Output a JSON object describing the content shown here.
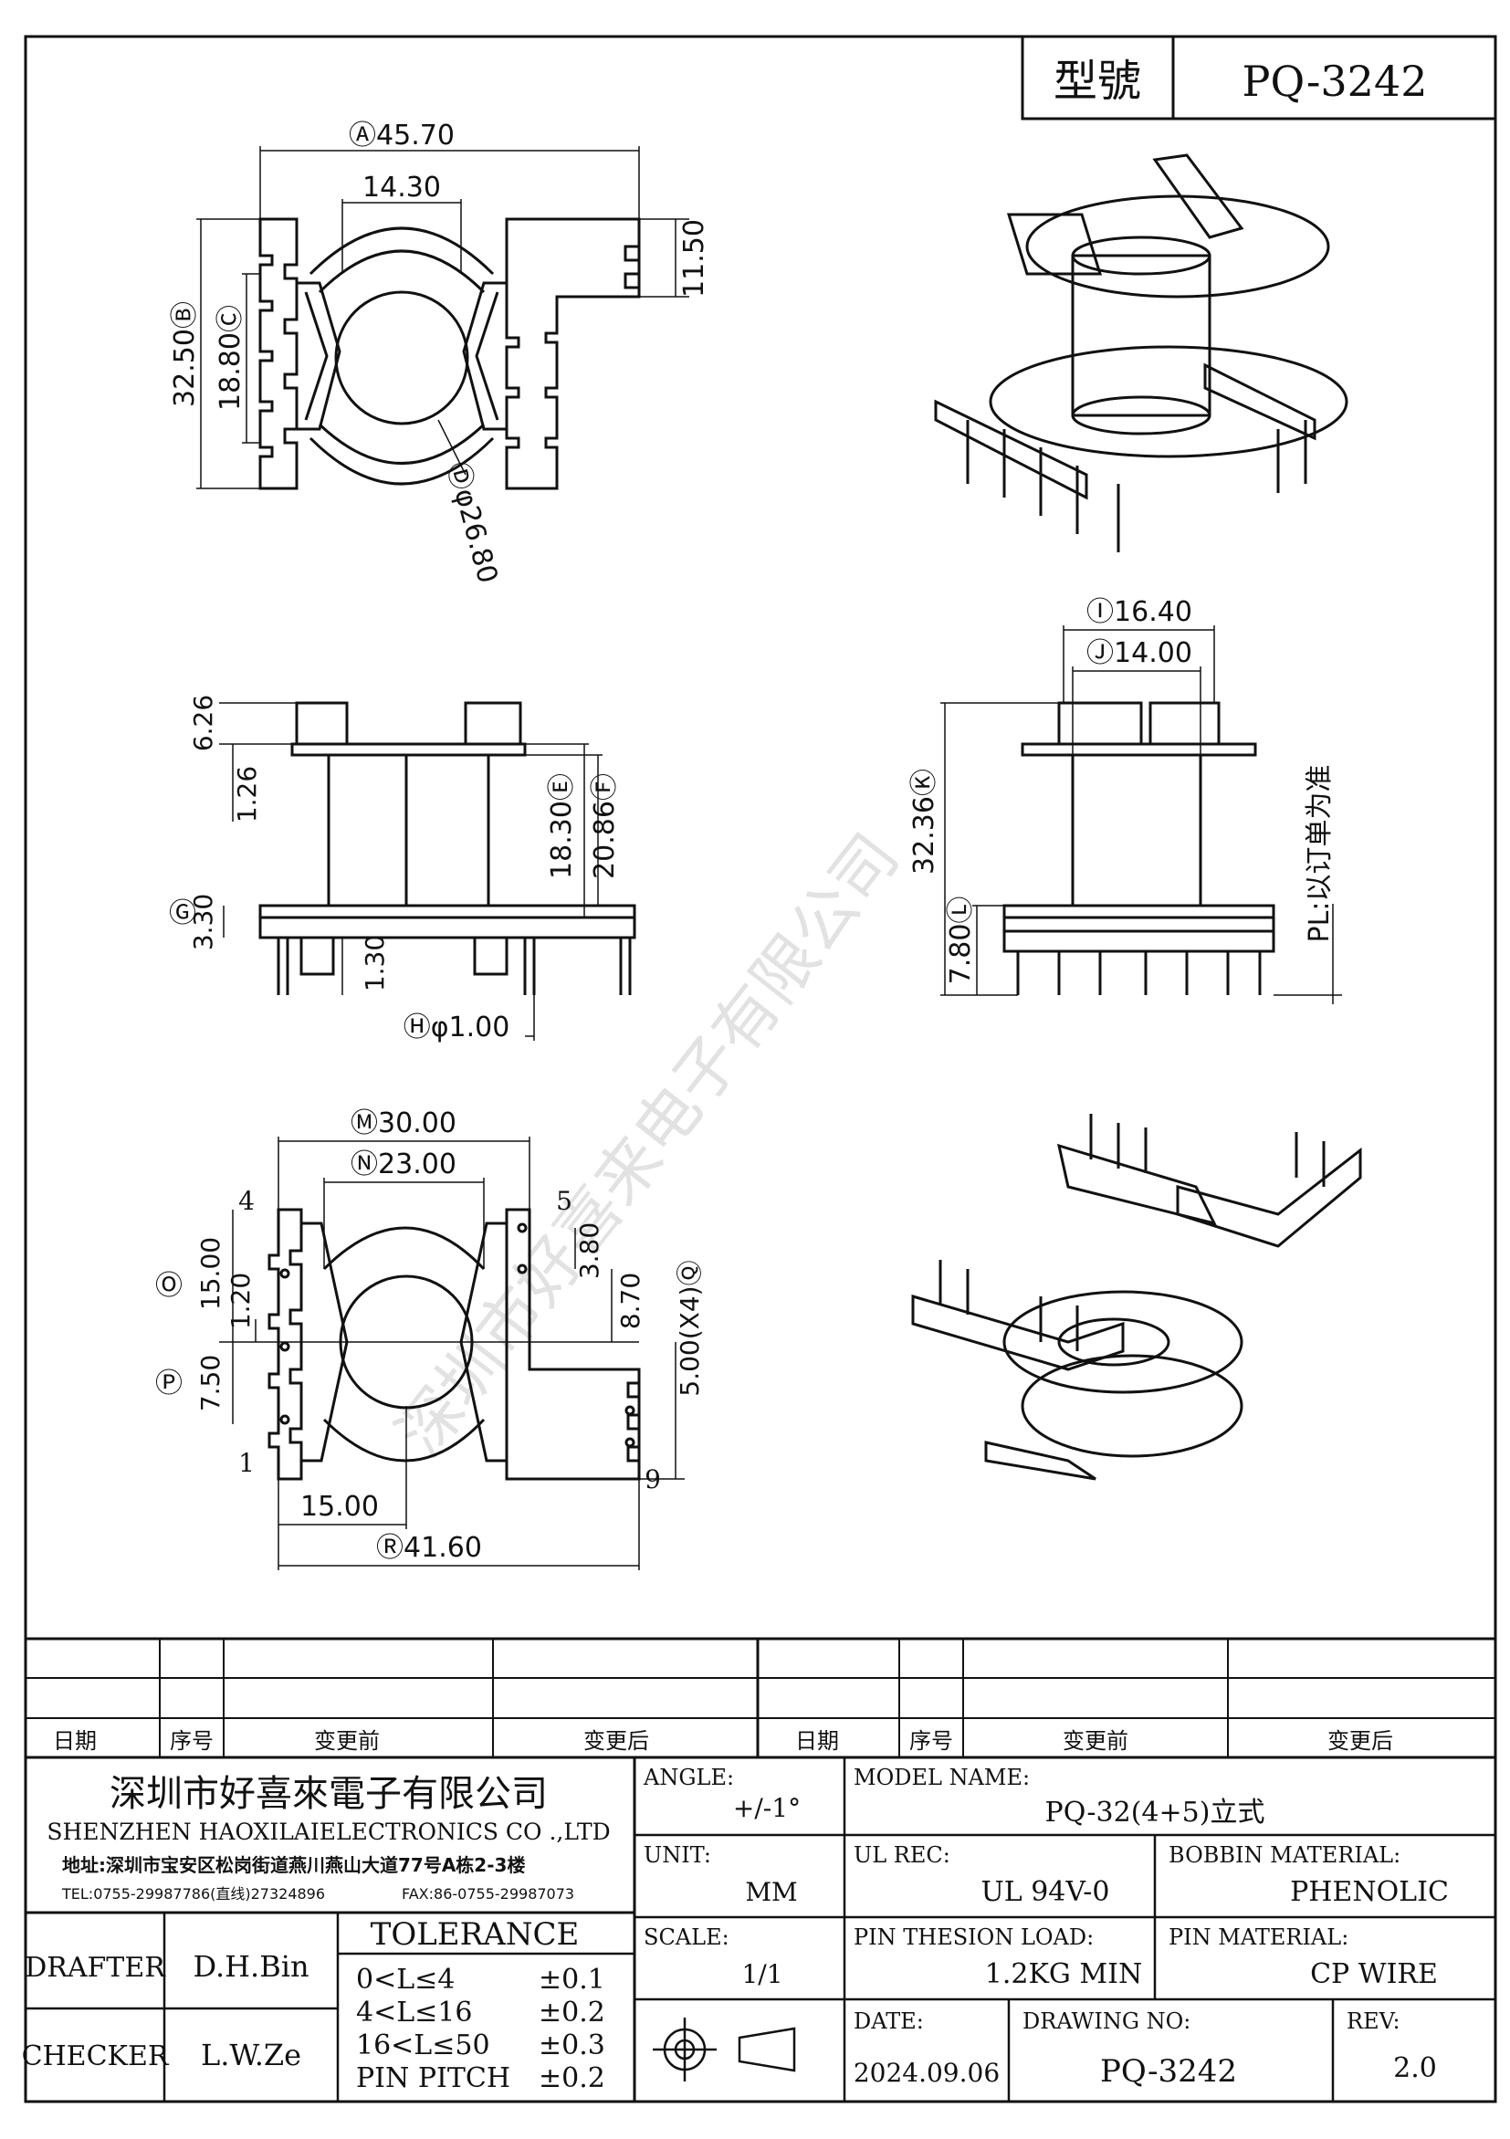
{
  "model_box": {
    "label": "型號",
    "value": "PQ-3242"
  },
  "top_view": {
    "dim_A": "Ⓐ45.70",
    "dim_inner": "14.30",
    "dim_right": "11.50",
    "dim_B": "32.50Ⓑ",
    "dim_C": "18.80Ⓒ",
    "dim_D": "Ⓓφ26.80"
  },
  "side_view": {
    "dim_top": "6.26",
    "dim_flange": "1.26",
    "dim_E": "18.30Ⓔ",
    "dim_F": "20.86Ⓕ",
    "dim_G_mark": "Ⓖ",
    "dim_G": "3.30",
    "dim_base": "1.30",
    "dim_H": "Ⓗφ1.00"
  },
  "front_view": {
    "dim_I": "Ⓘ16.40",
    "dim_J": "Ⓙ14.00",
    "dim_K": "32.36Ⓚ",
    "dim_L": "7.80Ⓛ",
    "note": "PL:以订单为准"
  },
  "bottom_view": {
    "dim_M": "Ⓜ30.00",
    "dim_N": "Ⓝ23.00",
    "dim_O_mark": "Ⓞ",
    "dim_O": "15.00",
    "dim_120": "1.20",
    "dim_P_mark": "Ⓟ",
    "dim_P": "7.50",
    "dim_380": "3.80",
    "dim_870": "8.70",
    "dim_Q": "5.00(X4)Ⓠ",
    "dim_1500b": "15.00",
    "dim_R": "Ⓡ41.60",
    "pin_4": "4",
    "pin_5": "5",
    "pin_1": "1",
    "pin_9": "9"
  },
  "watermark": "深圳市好喜来电子有限公司",
  "revision_table": {
    "headers": [
      "日期",
      "序号",
      "变更前",
      "变更后",
      "日期",
      "序号",
      "变更前",
      "变更后"
    ]
  },
  "company": {
    "name_cn": "深圳市好喜來電子有限公司",
    "name_en": "SHENZHEN HAOXILAIELECTRONICS CO .,LTD",
    "address": "地址:深圳市宝安区松岗街道燕川燕山大道77号A栋2-3楼",
    "tel": "TEL:0755-29987786(直线)27324896",
    "fax": "FAX:86-0755-29987073"
  },
  "title_block": {
    "angle_label": "ANGLE:",
    "angle_value": "+/-1°",
    "model_label": "MODEL NAME:",
    "model_value": "PQ-32(4+5)立式",
    "unit_label": "UNIT:",
    "unit_value": "MM",
    "ul_label": "UL REC:",
    "ul_value": "UL   94V-0",
    "bobbin_label": "BOBBIN MATERIAL:",
    "bobbin_value": "PHENOLIC",
    "scale_label": "SCALE:",
    "scale_value": "1/1",
    "pin_load_label": "PIN THESION LOAD:",
    "pin_load_value": "1.2KG MIN",
    "pin_mat_label": "PIN MATERIAL:",
    "pin_mat_value": "CP   WIRE",
    "date_label": "DATE:",
    "date_value": "2024.09.06",
    "drawing_label": "DRAWING NO:",
    "drawing_value": "PQ-3242",
    "rev_label": "REV:",
    "rev_value": "2.0",
    "drafter_label": "DRAFTER",
    "drafter_value": "D.H.Bin",
    "checker_label": "CHECKER",
    "checker_value": "L.W.Ze",
    "tolerance_title": "TOLERANCE",
    "tolerance_rows": [
      {
        "range": "0<L≤4",
        "tol": "±0.1"
      },
      {
        "range": "4<L≤16",
        "tol": "±0.2"
      },
      {
        "range": "16<L≤50",
        "tol": "±0.3"
      },
      {
        "range": "PIN PITCH",
        "tol": "±0.2"
      }
    ]
  }
}
